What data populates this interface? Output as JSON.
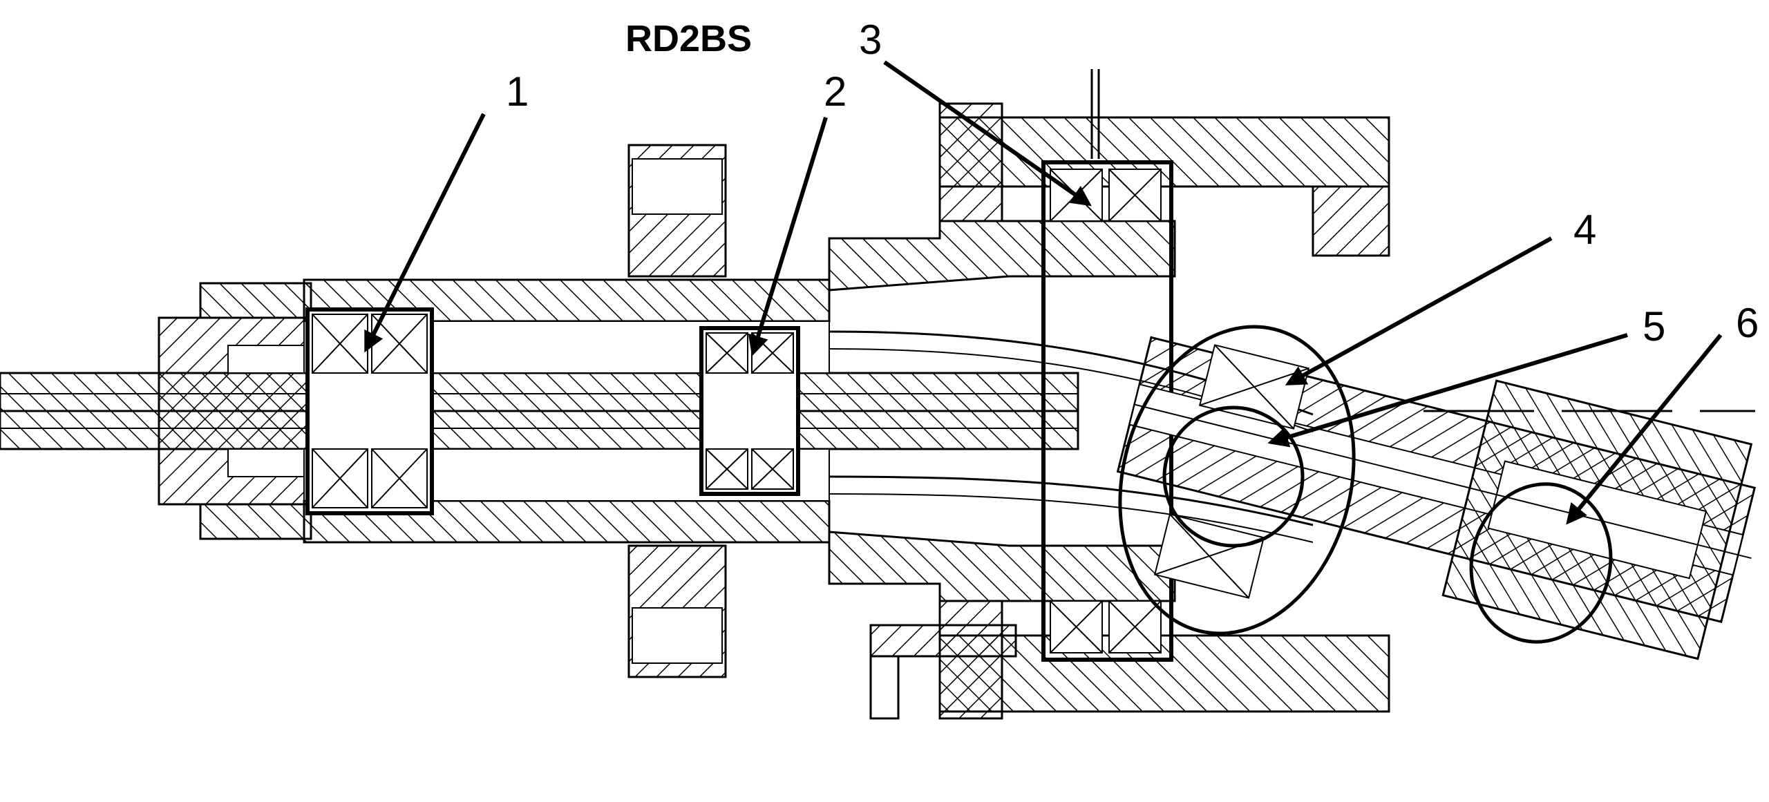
{
  "diagram": {
    "title": "RD2BS",
    "callouts": [
      {
        "label": "1"
      },
      {
        "label": "2"
      },
      {
        "label": "3"
      },
      {
        "label": "4"
      },
      {
        "label": "5"
      },
      {
        "label": "6"
      }
    ]
  }
}
